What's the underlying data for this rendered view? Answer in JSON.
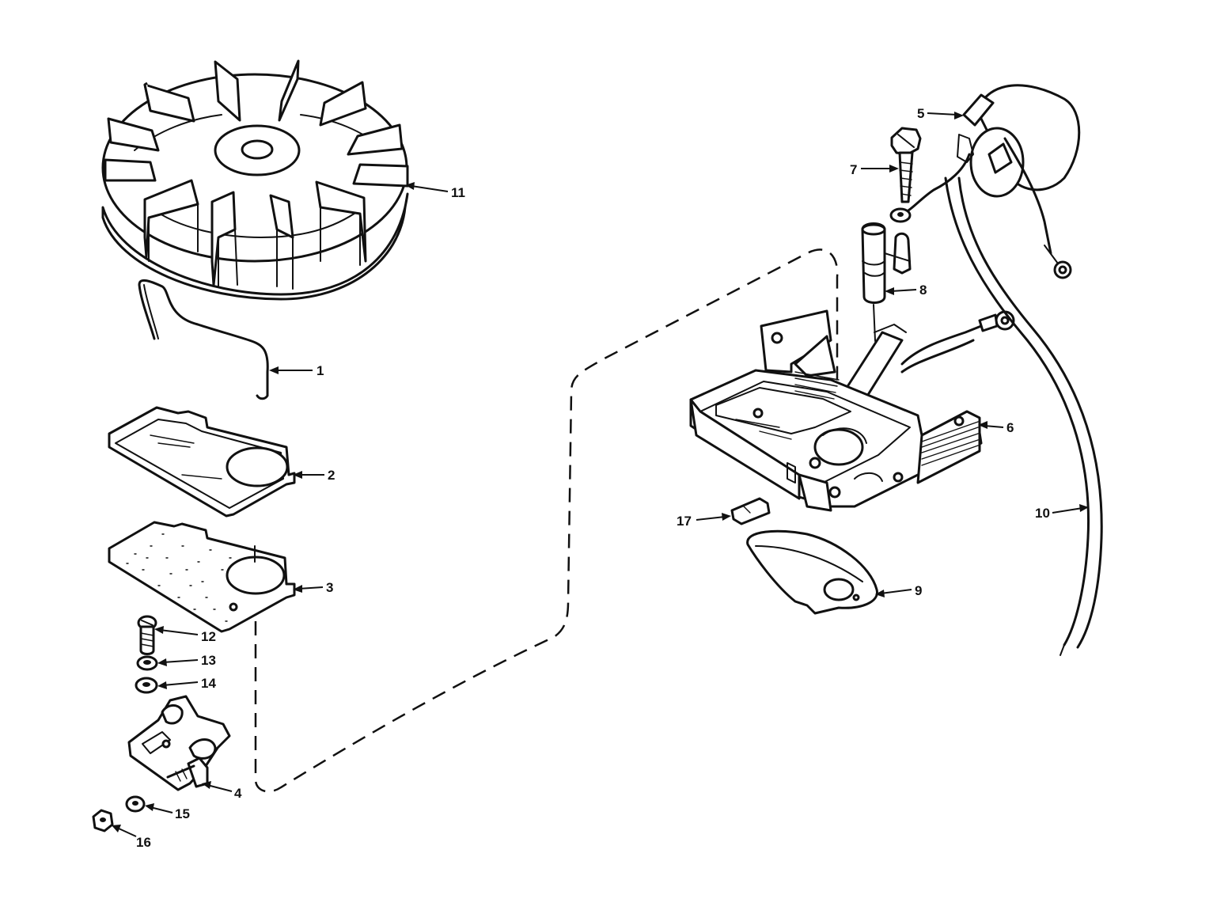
{
  "callouts": [
    {
      "id": "1",
      "label": "1",
      "part": "spring-wire"
    },
    {
      "id": "2",
      "label": "2",
      "part": "plate"
    },
    {
      "id": "3",
      "label": "3",
      "part": "felt-pad"
    },
    {
      "id": "4",
      "label": "4",
      "part": "breaker-point-assembly"
    },
    {
      "id": "5",
      "label": "5",
      "part": "ignition-coil"
    },
    {
      "id": "6",
      "label": "6",
      "part": "stator-plate"
    },
    {
      "id": "7",
      "label": "7",
      "part": "screw"
    },
    {
      "id": "8",
      "label": "8",
      "part": "condenser"
    },
    {
      "id": "9",
      "label": "9",
      "part": "retainer"
    },
    {
      "id": "10",
      "label": "10",
      "part": "high-tension-lead"
    },
    {
      "id": "11",
      "label": "11",
      "part": "flywheel"
    },
    {
      "id": "12",
      "label": "12",
      "part": "screw"
    },
    {
      "id": "13",
      "label": "13",
      "part": "lockwasher"
    },
    {
      "id": "14",
      "label": "14",
      "part": "washer"
    },
    {
      "id": "15",
      "label": "15",
      "part": "washer"
    },
    {
      "id": "16",
      "label": "16",
      "part": "nut"
    },
    {
      "id": "17",
      "label": "17",
      "part": "felt-wick"
    }
  ],
  "colors": {
    "ink": "#111111",
    "background": "#ffffff"
  }
}
